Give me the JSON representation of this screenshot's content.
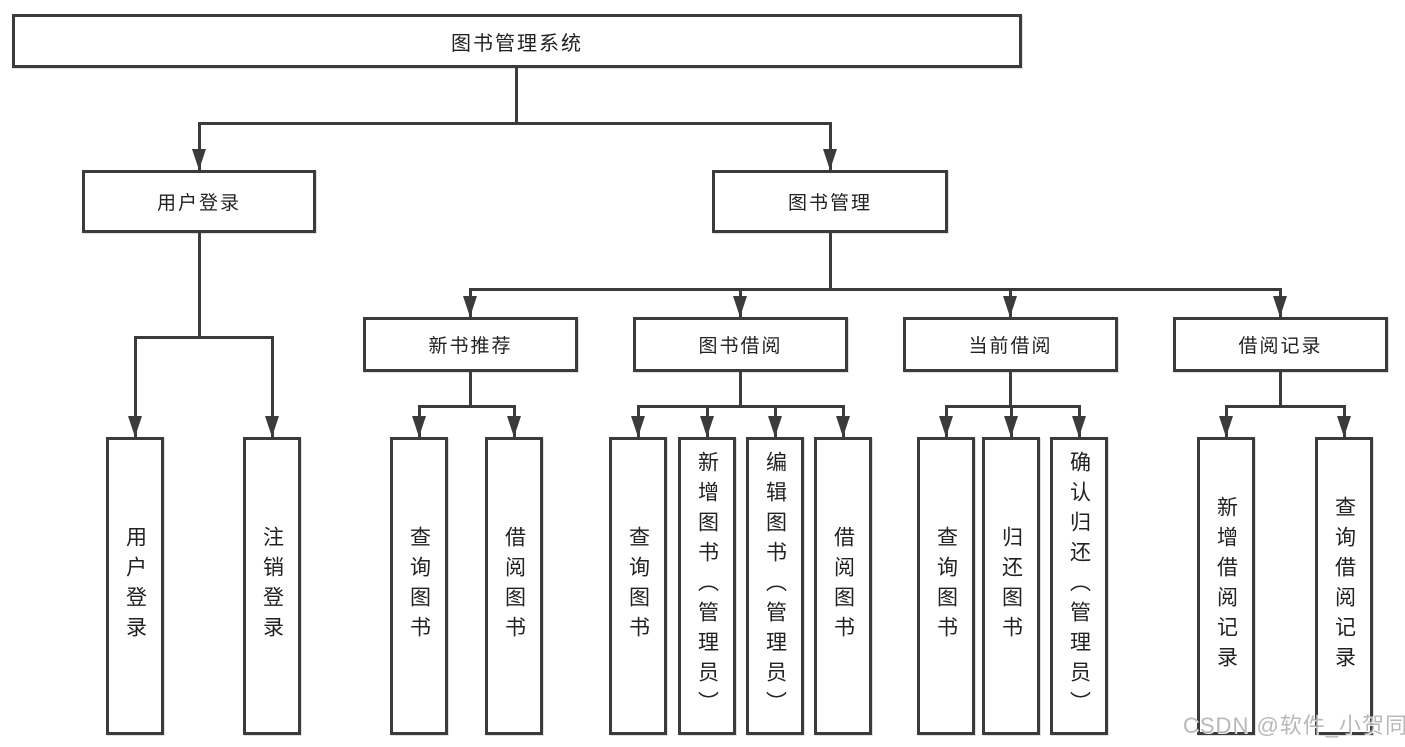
{
  "watermark": {
    "text": "CSDN @软件_小贺同学",
    "color": "#a8a8a8"
  },
  "colors": {
    "line": "#3b3b3b",
    "box_border": "#3b3b3b",
    "text": "#222222",
    "background": "#ffffff"
  },
  "diagram": {
    "type": "hierarchy-tree",
    "root": {
      "label": "图书管理系统",
      "children": [
        {
          "label": "用户登录",
          "children": [
            {
              "label": "用户登录"
            },
            {
              "label": "注销登录"
            }
          ]
        },
        {
          "label": "图书管理",
          "children": [
            {
              "label": "新书推荐",
              "children": [
                {
                  "label": "查询图书"
                },
                {
                  "label": "借阅图书"
                }
              ]
            },
            {
              "label": "图书借阅",
              "children": [
                {
                  "label": "查询图书"
                },
                {
                  "label": "新增图书（管理员）"
                },
                {
                  "label": "编辑图书（管理员）"
                },
                {
                  "label": "借阅图书"
                }
              ]
            },
            {
              "label": "当前借阅",
              "children": [
                {
                  "label": "查询图书"
                },
                {
                  "label": "归还图书"
                },
                {
                  "label": "确认归还（管理员）"
                }
              ]
            },
            {
              "label": "借阅记录",
              "children": [
                {
                  "label": "新增借阅记录"
                },
                {
                  "label": "查询借阅记录"
                }
              ]
            }
          ]
        }
      ]
    }
  }
}
